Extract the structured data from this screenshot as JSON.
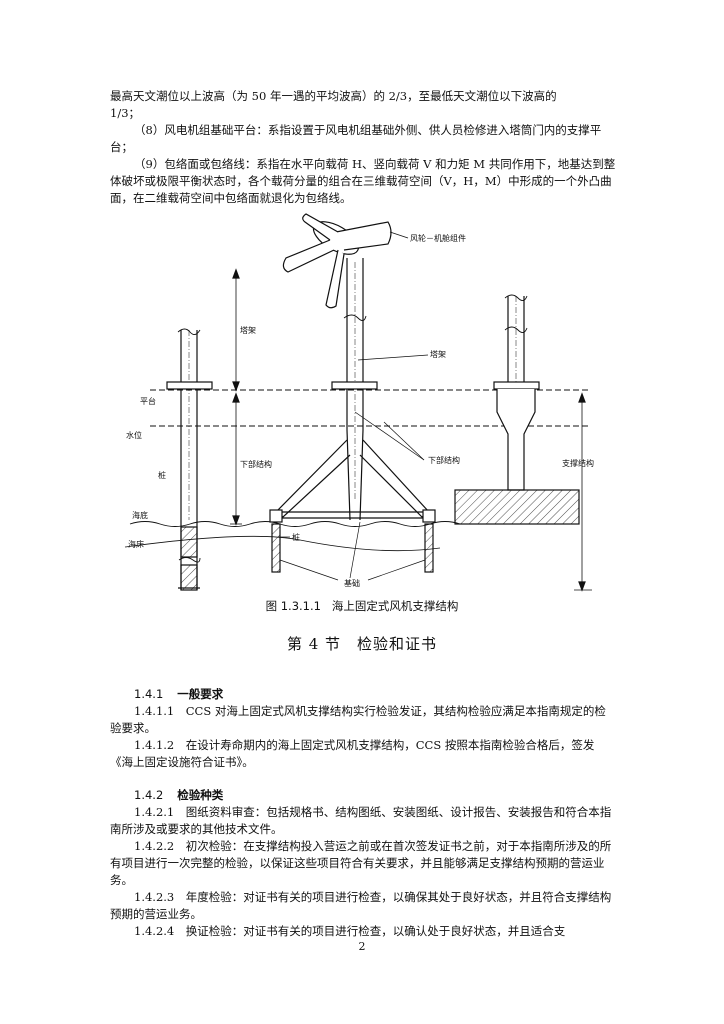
{
  "top_text": {
    "line1": "最高天文潮位以上波高（为 50 年一遇的平均波高）的 2/3，至最低天文潮位以下波高的",
    "line2": "1/3；",
    "item8": "（8）风电机组基础平台：系指设置于风电机组基础外侧、供人员检修进入塔筒门内的支撑平台；",
    "item9": "（9）包络面或包络线：系指在水平向载荷 H、竖向载荷 V 和力矩 M 共同作用下，地基达到整体破坏或极限平衡状态时，各个载荷分量的组合在三维载荷空间（V，H，M）中形成的一个外凸曲面，在二维载荷空间中包络面就退化为包络线。"
  },
  "figure": {
    "labels": {
      "rotor_nacelle": "风轮－机舱组件",
      "tower_left": "塔架",
      "tower_right": "塔架",
      "platform": "平台",
      "water_level": "水位",
      "pile_left": "桩",
      "substructure": "下部结构",
      "substructure_mid": "下部结构",
      "support_structure": "支撑结构",
      "seabed": "海底",
      "sea_floor": "海床",
      "pile_mid": "桩",
      "foundation": "基础"
    },
    "caption_number": "图 1.3.1.1",
    "caption_title": "海上固定式风机支撑结构"
  },
  "section": {
    "title": "第 4 节　检验和证书"
  },
  "s141": {
    "number": "1.4.1",
    "title": "一般要求",
    "p1": "1.4.1.1　CCS 对海上固定式风机支撑结构实行检验发证，其结构检验应满足本指南规定的检验要求。",
    "p2": "1.4.1.2　在设计寿命期内的海上固定式风机支撑结构，CCS 按照本指南检验合格后，签发《海上固定设施符合证书》。"
  },
  "s142": {
    "number": "1.4.2",
    "title": "检验种类",
    "p1": "1.4.2.1　图纸资料审查：包括规格书、结构图纸、安装图纸、设计报告、安装报告和符合本指南所涉及或要求的其他技术文件。",
    "p2": "1.4.2.2　初次检验：在支撑结构投入营运之前或在首次签发证书之前，对于本指南所涉及的所有项目进行一次完整的检验，以保证这些项目符合有关要求，并且能够满足支撑结构预期的营运业务。",
    "p3": "1.4.2.3　年度检验：对证书有关的项目进行检查，以确保其处于良好状态，并且符合支撑结构预期的营运业务。",
    "p4": "1.4.2.4　换证检验：对证书有关的项目进行检查，以确认处于良好状态，并且适合支"
  },
  "page_number": "2"
}
